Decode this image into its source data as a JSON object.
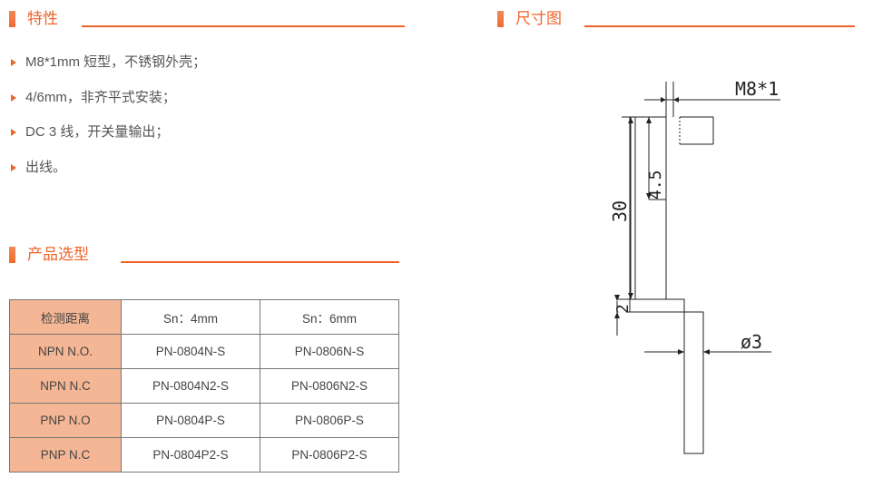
{
  "sections": {
    "features_title": "特性",
    "dimensions_title": "尺寸图",
    "models_title": "产品选型"
  },
  "features": [
    "M8*1mm 短型，不锈钢外壳；",
    "4/6mm，非齐平式安装；",
    "DC 3 线，开关量输出；",
    "出线。"
  ],
  "table": {
    "header": [
      "检测距离",
      "Sn：4mm",
      "Sn：6mm"
    ],
    "rows": [
      [
        "NPN N.O.",
        "PN-0804N-S",
        "PN-0806N-S"
      ],
      [
        "NPN N.C",
        "PN-0804N2-S",
        "PN-0806N2-S"
      ],
      [
        "PNP N.O",
        "PN-0804P-S",
        "PN-0806P-S"
      ],
      [
        "PNP N.C",
        "PN-0804P2-S",
        "PN-0806P2-S"
      ]
    ]
  },
  "drawing": {
    "thread_label": "M8*1",
    "length_30": "30",
    "length_4_5": "4.5",
    "length_2": "2",
    "cable_diameter": "ø3"
  },
  "colors": {
    "accent": "#f0642a",
    "table_header_fill": "#f4b694"
  }
}
